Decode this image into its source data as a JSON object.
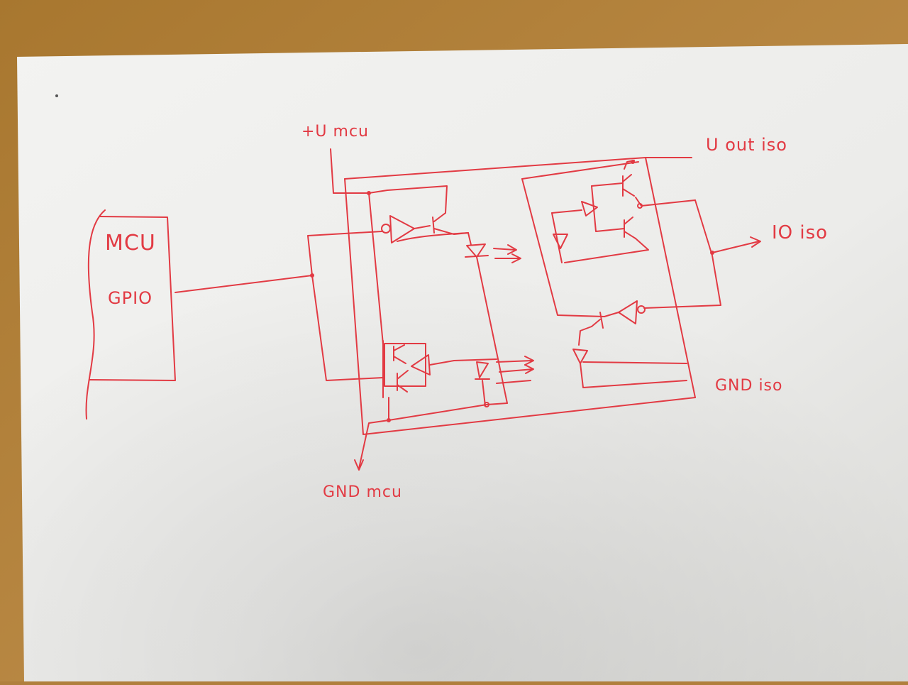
{
  "labels": {
    "mcu_block_title": "MCU",
    "mcu_pin": "GPIO",
    "vcc_mcu": "+U mcu",
    "vcc_iso": "U out iso",
    "io_iso": "IO iso",
    "gnd_mcu": "GND mcu",
    "gnd_iso": "GND iso"
  },
  "colors": {
    "ink": "#e23a43",
    "paper": "#f1f1ef",
    "desk": "#b07f3c"
  }
}
